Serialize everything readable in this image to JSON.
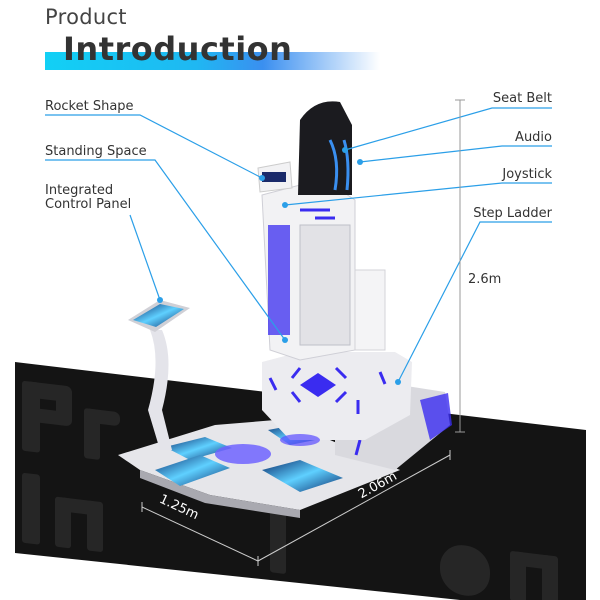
{
  "header": {
    "line1": "Product",
    "line2": "Introduction"
  },
  "watermark": {
    "line1": "Product",
    "line2": "Introduction"
  },
  "callouts_left": [
    {
      "label": "Rocket Shape"
    },
    {
      "label": "Standing Space"
    },
    {
      "label_line1": "Integrated",
      "label_line2": "Control Panel"
    }
  ],
  "callouts_right": [
    {
      "label": "Seat Belt"
    },
    {
      "label": "Audio"
    },
    {
      "label": "Joystick"
    },
    {
      "label": "Step Ladder"
    }
  ],
  "dimensions": {
    "height": "2.6m",
    "width": "1.25m",
    "depth": "2.06m"
  },
  "colors": {
    "accent": "#1fb8f2",
    "callout_line": "#2b9fe8",
    "floor": "#141414",
    "glow": "#3a2cf0"
  }
}
